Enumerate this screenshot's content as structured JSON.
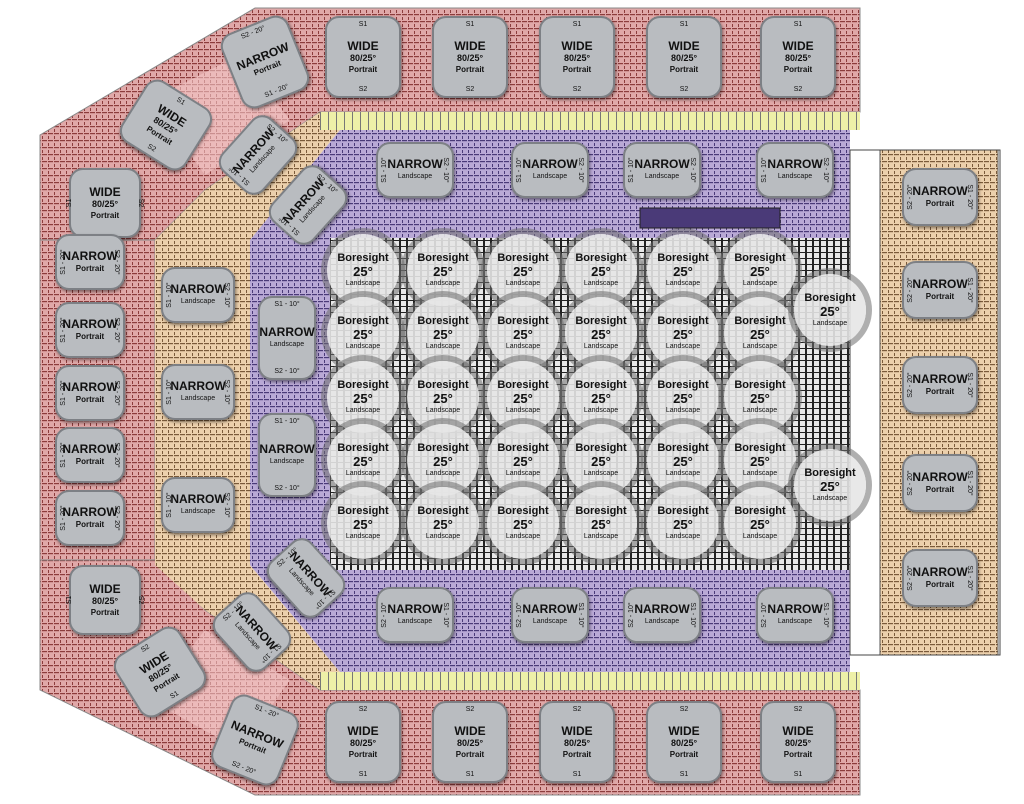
{
  "colors": {
    "red_section": "#e0a8a8",
    "red_lines": "#8c3c3c",
    "pink_aisle": "#f3c6c6",
    "tan_section": "#ecd0ac",
    "purple_section": "#b9a9d6",
    "yellow_band": "#eef0a8",
    "floor": "#3a3a3a",
    "screen_fill": "#b9bcc0"
  },
  "screens": [
    {
      "title": "WIDE",
      "spec": "80/25°",
      "orient": "Portrait",
      "a": "S1",
      "b": "S2"
    },
    {
      "title": "WIDE",
      "spec": "80/25°",
      "orient": "Portrait",
      "a": "S1",
      "b": "S2"
    },
    {
      "title": "WIDE",
      "spec": "80/25°",
      "orient": "Portrait",
      "a": "S1",
      "b": "S2"
    },
    {
      "title": "WIDE",
      "spec": "80/25°",
      "orient": "Portrait",
      "a": "S1",
      "b": "S2"
    },
    {
      "title": "WIDE",
      "spec": "80/25°",
      "orient": "Portrait",
      "a": "S1",
      "b": "S2"
    },
    {
      "title": "NARROW",
      "orient": "Portrait",
      "a": "S2 - 20°",
      "b": "S1 - 20°"
    },
    {
      "title": "WIDE",
      "spec": "80/25°",
      "orient": "Portrait",
      "a": "S1",
      "b": "S2"
    },
    {
      "title": "NARROW",
      "orient": "Landscape",
      "a": "S1 - 10°",
      "b": "S2 - 10°"
    },
    {
      "title": "NARROW",
      "orient": "Landscape",
      "a": "S1 - 10°",
      "b": "S2 - 10°"
    },
    {
      "title": "WIDE",
      "spec": "80/25°",
      "orient": "Portrait",
      "a": "S1",
      "b": "S2"
    },
    {
      "title": "NARROW",
      "orient": "Portrait",
      "a": "S1 - 20°",
      "b": "S2 - 20°"
    },
    {
      "title": "NARROW",
      "orient": "Portrait",
      "a": "S1 - 20°",
      "b": "S2 - 20°"
    },
    {
      "title": "NARROW",
      "orient": "Portrait",
      "a": "S1 - 20°",
      "b": "S2 - 20°"
    },
    {
      "title": "NARROW",
      "orient": "Portrait",
      "a": "S1 - 20°",
      "b": "S2 - 20°"
    },
    {
      "title": "NARROW",
      "orient": "Portrait",
      "a": "S1 - 20°",
      "b": "S2 - 20°"
    },
    {
      "title": "NARROW",
      "orient": "Landscape",
      "a": "S1 - 10°",
      "b": "S2 - 10°"
    },
    {
      "title": "NARROW",
      "orient": "Landscape",
      "a": "S1 - 10°",
      "b": "S2 - 10°"
    },
    {
      "title": "NARROW",
      "orient": "Landscape",
      "a": "S1 - 10°",
      "b": "S2 - 10°"
    },
    {
      "title": "NARROW",
      "orient": "Landscape",
      "a": "S1 - 10°",
      "b": "S2 - 10°"
    },
    {
      "title": "NARROW",
      "orient": "Landscape",
      "a": "S1 - 10°",
      "b": "S2 - 10°"
    },
    {
      "title": "NARROW",
      "orient": "Landscape",
      "a": "S1 - 10°",
      "b": "S2 - 10°"
    },
    {
      "title": "NARROW",
      "orient": "Landscape",
      "a": "S1 - 10°",
      "b": "S2 - 10°"
    },
    {
      "title": "NARROW",
      "orient": "Landscape",
      "a": "S1 - 10°",
      "b": "S2 - 10°"
    },
    {
      "title": "NARROW",
      "orient": "Landscape",
      "a": "S1 - 10°",
      "b": "S2 - 10°"
    },
    {
      "title": "NARROW",
      "orient": "Landscape",
      "a": "S2 - 10°",
      "b": "S1 - 10°"
    },
    {
      "title": "NARROW",
      "orient": "Landscape",
      "a": "S2 - 10°",
      "b": "S1 - 10°"
    },
    {
      "title": "NARROW",
      "orient": "Landscape",
      "a": "S2 - 10°",
      "b": "S1 - 10°"
    },
    {
      "title": "NARROW",
      "orient": "Landscape",
      "a": "S2 - 10°",
      "b": "S1 - 10°"
    },
    {
      "title": "WIDE",
      "spec": "80/25°",
      "orient": "Portrait",
      "a": "S1",
      "b": "S2"
    },
    {
      "title": "WIDE",
      "spec": "80/25°",
      "orient": "Portrait",
      "a": "S2",
      "b": "S1"
    },
    {
      "title": "NARROW",
      "orient": "Landscape",
      "a": "S2 - 10°",
      "b": "S1 - 10°"
    },
    {
      "title": "NARROW",
      "orient": "Landscape",
      "a": "S2 - 10°",
      "b": "S1 - 10°"
    },
    {
      "title": "NARROW",
      "orient": "Portrait",
      "a": "S1 - 20°",
      "b": "S2 - 20°"
    },
    {
      "title": "WIDE",
      "spec": "80/25°",
      "orient": "Portrait",
      "a": "S2",
      "b": "S1"
    },
    {
      "title": "WIDE",
      "spec": "80/25°",
      "orient": "Portrait",
      "a": "S2",
      "b": "S1"
    },
    {
      "title": "WIDE",
      "spec": "80/25°",
      "orient": "Portrait",
      "a": "S2",
      "b": "S1"
    },
    {
      "title": "WIDE",
      "spec": "80/25°",
      "orient": "Portrait",
      "a": "S2",
      "b": "S1"
    },
    {
      "title": "WIDE",
      "spec": "80/25°",
      "orient": "Portrait",
      "a": "S2",
      "b": "S1"
    },
    {
      "title": "NARROW",
      "orient": "Portrait",
      "a": "S2 - 20°",
      "b": "S1 - 20°"
    },
    {
      "title": "NARROW",
      "orient": "Portrait",
      "a": "S2 - 20°",
      "b": "S1 - 20°"
    },
    {
      "title": "NARROW",
      "orient": "Portrait",
      "a": "S2 - 20°",
      "b": "S1 - 20°"
    },
    {
      "title": "NARROW",
      "orient": "Portrait",
      "a": "S2 - 20°",
      "b": "S1 - 20°"
    },
    {
      "title": "NARROW",
      "orient": "Portrait",
      "a": "S2 - 20°",
      "b": "S1 - 20°"
    }
  ],
  "boresight": {
    "title": "Boresight",
    "angle": "25°",
    "orient": "Landscape",
    "count": 32
  }
}
